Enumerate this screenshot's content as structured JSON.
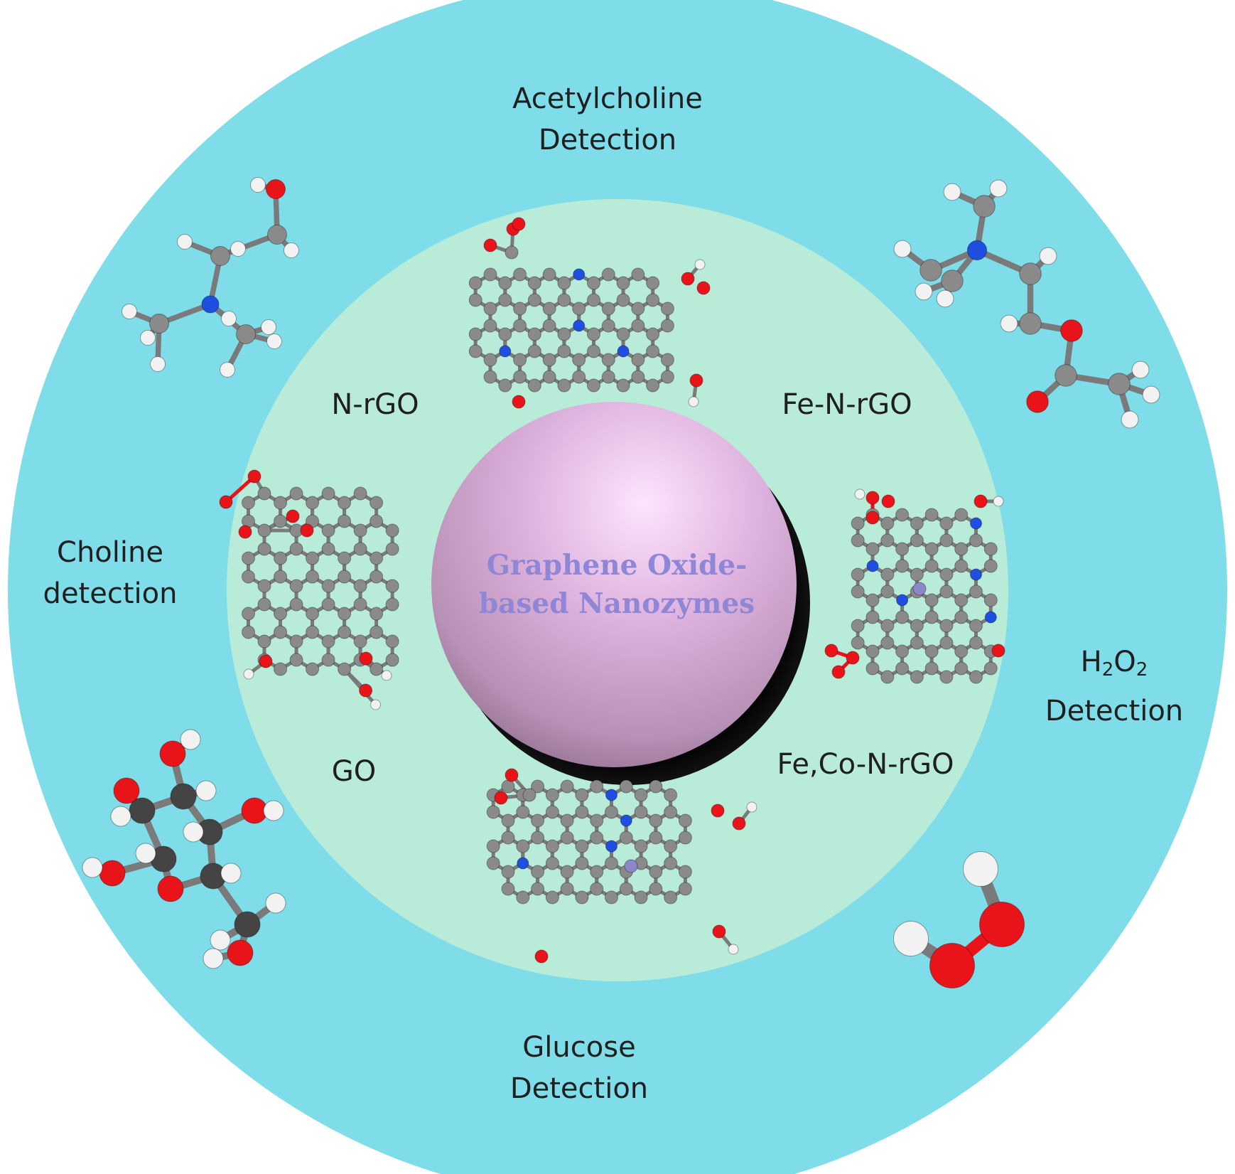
{
  "center_label": [
    "Graphene Oxide-",
    "based Nanozymes"
  ],
  "inner_labels": {
    "n_rgo": "N-rGO",
    "fe_n_rgo": "Fe-N-rGO",
    "go": "GO",
    "fe_co_n_rgo": "Fe,Co-N-rGO"
  },
  "outer_labels": {
    "acetylcholine": [
      "Acetylcholine",
      "Detection"
    ],
    "choline": [
      "Choline",
      "detection"
    ],
    "h2o2": {
      "h": "H",
      "sub1": "2",
      "o": "O",
      "sub2": "2",
      "line2": "Detection"
    },
    "glucose": [
      "Glucose",
      "Detection"
    ]
  },
  "colors": {
    "outer_ring": "#7fdde9",
    "inner_ring": "#b8ecd9",
    "sphere": "#e6bde8",
    "carbon": "#8a8a8a",
    "oxygen": "#e8141a",
    "nitrogen": "#1f4fe0",
    "hydrogen": "#f2f2f2",
    "metal": "#8c88c8"
  }
}
